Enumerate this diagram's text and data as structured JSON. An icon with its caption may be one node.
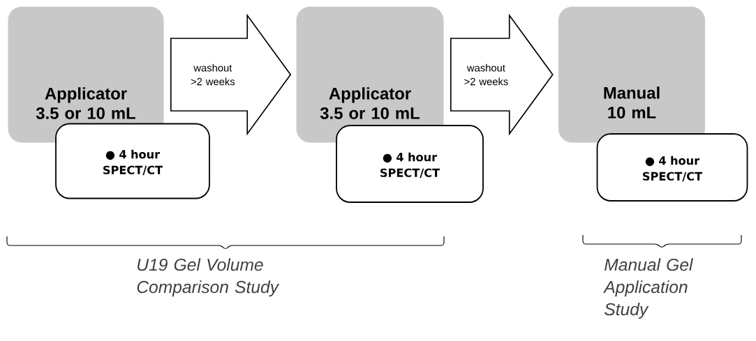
{
  "diagram": {
    "nodes": [
      {
        "text": [
          "Applicator 3.5 or 10 mL"
        ]
      },
      {
        "text": [
          "● 4 hour SPECT/CT"
        ]
      },
      {
        "text": [
          "Applicator 3.5 or 10 mL"
        ]
      },
      {
        "text": [
          "● 4 hour SPECT/CT"
        ]
      },
      {
        "text": [
          "Manual 10 mL"
        ]
      },
      {
        "text": [
          "● 4 hour SPECT/CT"
        ]
      }
    ],
    "edges": [
      {
        "from": 0,
        "to": 2,
        "arrow": "to",
        "label": "washout >2 weeks"
      },
      {
        "from": 2,
        "to": 4,
        "arrow": "to",
        "label": "washout >2 weeks"
      }
    ],
    "labels": [
      "U19 Gel Volume Comparison Study",
      "Manual Gel Application Study"
    ]
  }
}
